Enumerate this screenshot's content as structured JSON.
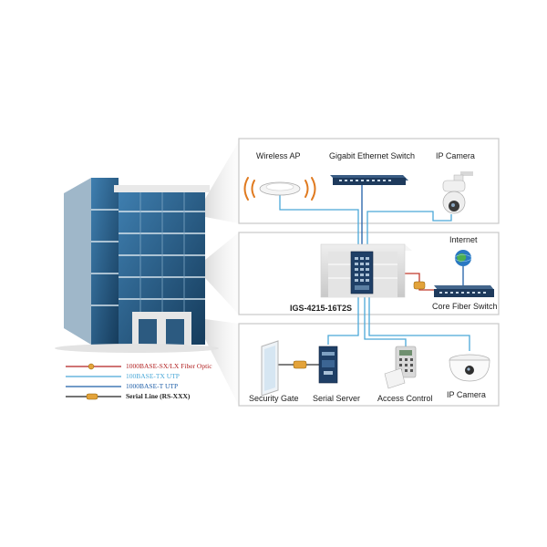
{
  "panels": {
    "top": {
      "devices": [
        {
          "label": "Wireless AP",
          "icon": "wireless-ap-icon"
        },
        {
          "label": "Gigabit Ethernet Switch",
          "icon": "ethernet-switch-icon"
        },
        {
          "label": "IP Camera",
          "icon": "ptz-camera-icon"
        }
      ]
    },
    "middle": {
      "main_switch_label": "IGS-4215-16T2S",
      "internet_label": "Internet",
      "core_switch_label": "Core Fiber Switch"
    },
    "bottom": {
      "devices": [
        {
          "label": "Security Gate",
          "icon": "security-gate-icon"
        },
        {
          "label": "Serial Server",
          "icon": "serial-server-icon"
        },
        {
          "label": "Access Control",
          "icon": "access-control-icon"
        },
        {
          "label": "IP Camera",
          "icon": "dome-camera-icon"
        }
      ]
    }
  },
  "legend": [
    {
      "label": "1000BASE-SX/LX Fiber Optic",
      "color": "#b22222"
    },
    {
      "label": "100BASE-TX UTP",
      "color": "#4aa8d8"
    },
    {
      "label": "1000BASE-T UTP",
      "color": "#1f5fa8"
    },
    {
      "label": "Serial Line (RS-XXX)",
      "color": "#222222"
    }
  ],
  "colors": {
    "fiber": "#c0392b",
    "utp100": "#4aa8d8",
    "utp1000": "#1f5fa8",
    "serial": "#333333",
    "panel_border": "#c8c8c8"
  }
}
